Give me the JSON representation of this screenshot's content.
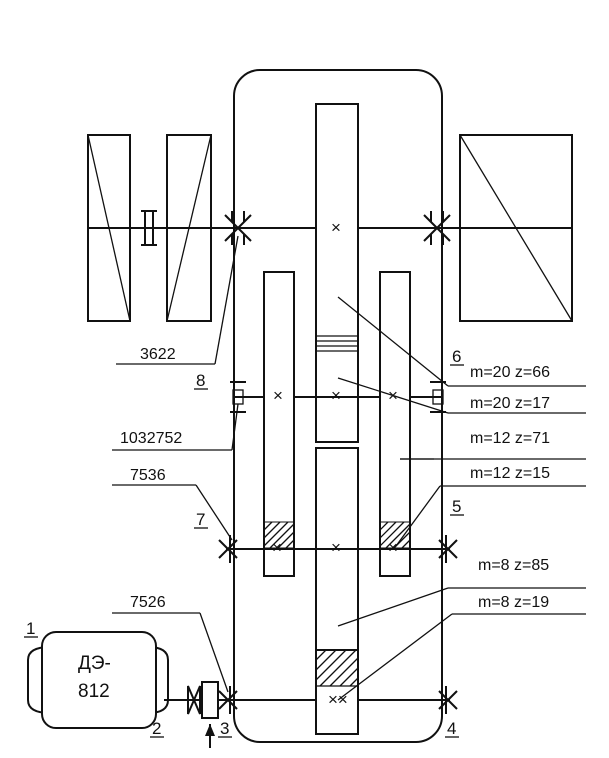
{
  "parts": {
    "p1": "1",
    "p2": "2",
    "p3": "3",
    "p4": "4",
    "p5": "5",
    "p6": "6",
    "p7": "7",
    "p8": "8"
  },
  "bearings": {
    "b3622": "3622",
    "b1032752": "1032752",
    "b7536": "7536",
    "b7526": "7526"
  },
  "motor": {
    "line1": "ДЭ-",
    "line2": "812"
  },
  "gears": [
    {
      "m": 20,
      "z": 66,
      "text": "m=20 z=66"
    },
    {
      "m": 20,
      "z": 17,
      "text": "m=20 z=17"
    },
    {
      "m": 12,
      "z": 71,
      "text": "m=12 z=71"
    },
    {
      "m": 12,
      "z": 15,
      "text": "m=12 z=15"
    },
    {
      "m": 8,
      "z": 85,
      "text": "m=8 z=85"
    },
    {
      "m": 8,
      "z": 19,
      "text": "m=8 z=19"
    }
  ]
}
